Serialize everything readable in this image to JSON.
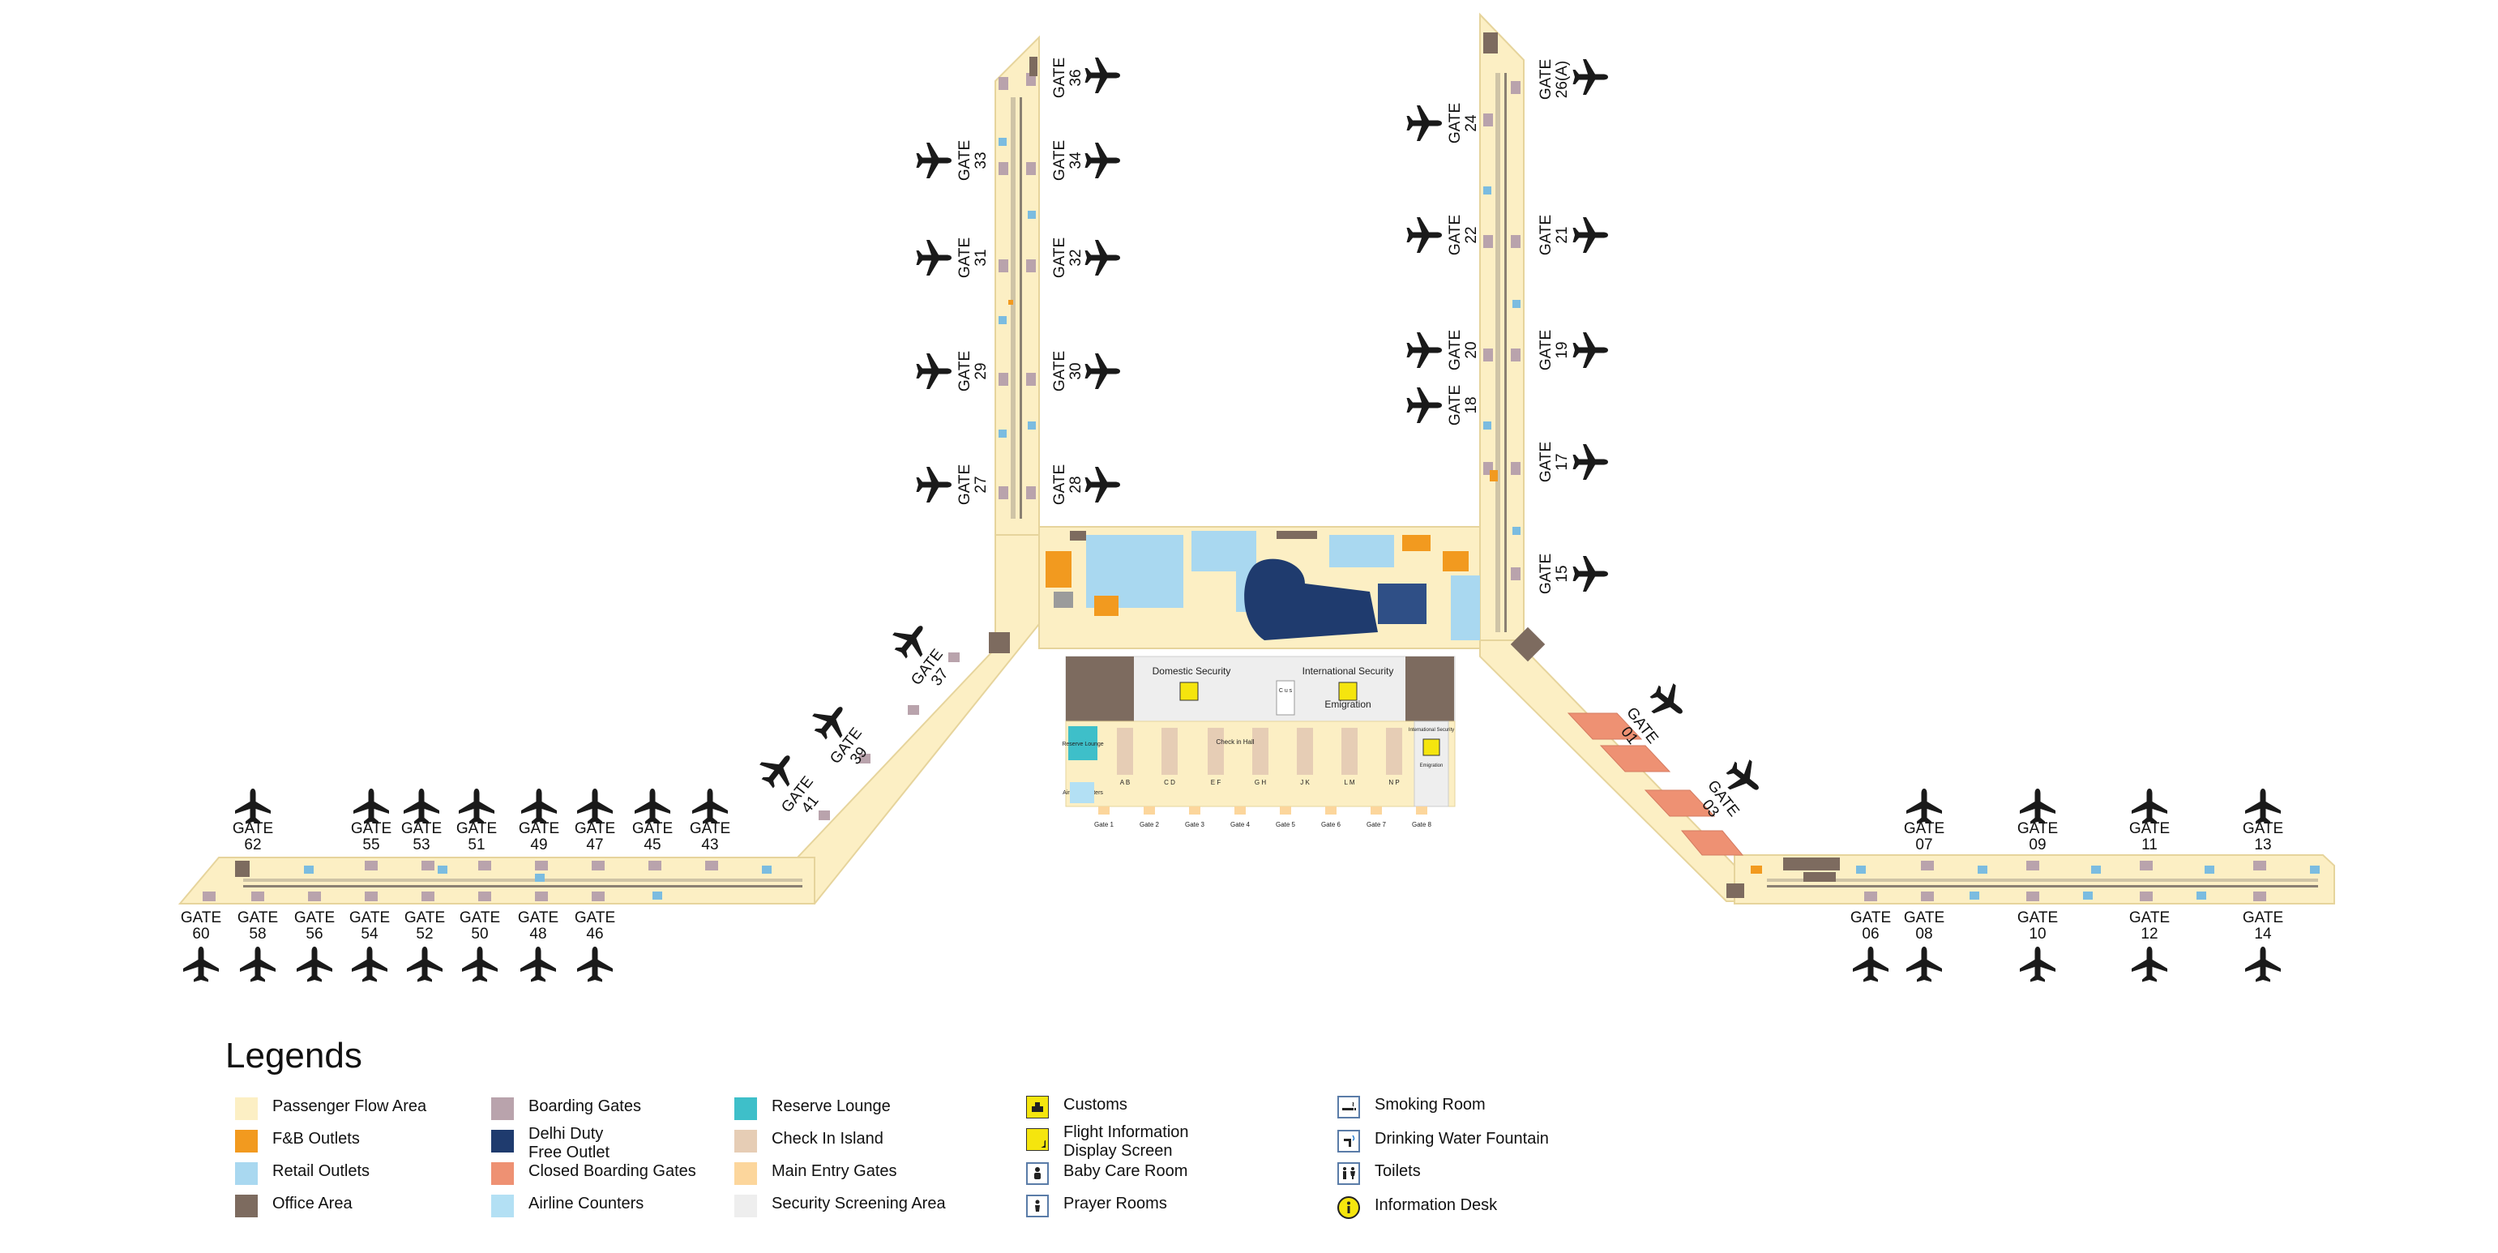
{
  "gates": {
    "g36": {
      "word": "GATE",
      "num": "36"
    },
    "g33": {
      "word": "GATE",
      "num": "33"
    },
    "g34": {
      "word": "GATE",
      "num": "34"
    },
    "g31": {
      "word": "GATE",
      "num": "31"
    },
    "g32": {
      "word": "GATE",
      "num": "32"
    },
    "g29": {
      "word": "GATE",
      "num": "29"
    },
    "g30": {
      "word": "GATE",
      "num": "30"
    },
    "g27": {
      "word": "GATE",
      "num": "27"
    },
    "g28": {
      "word": "GATE",
      "num": "28"
    },
    "g26a": {
      "word": "GATE",
      "num": "26(A)"
    },
    "g24": {
      "word": "GATE",
      "num": "24"
    },
    "g22": {
      "word": "GATE",
      "num": "22"
    },
    "g21": {
      "word": "GATE",
      "num": "21"
    },
    "g20": {
      "word": "GATE",
      "num": "20"
    },
    "g19": {
      "word": "GATE",
      "num": "19"
    },
    "g18": {
      "word": "GATE",
      "num": "18"
    },
    "g17": {
      "word": "GATE",
      "num": "17"
    },
    "g15": {
      "word": "GATE",
      "num": "15"
    },
    "g37": {
      "word": "GATE",
      "num": "37"
    },
    "g39": {
      "word": "GATE",
      "num": "39"
    },
    "g41": {
      "word": "GATE",
      "num": "41"
    },
    "g01": {
      "word": "GATE",
      "num": "01"
    },
    "g03": {
      "word": "GATE",
      "num": "03"
    },
    "g62": {
      "word": "GATE",
      "num": "62"
    },
    "g55": {
      "word": "GATE",
      "num": "55"
    },
    "g53": {
      "word": "GATE",
      "num": "53"
    },
    "g51": {
      "word": "GATE",
      "num": "51"
    },
    "g49": {
      "word": "GATE",
      "num": "49"
    },
    "g47": {
      "word": "GATE",
      "num": "47"
    },
    "g45": {
      "word": "GATE",
      "num": "45"
    },
    "g43": {
      "word": "GATE",
      "num": "43"
    },
    "g60": {
      "word": "GATE",
      "num": "60"
    },
    "g58": {
      "word": "GATE",
      "num": "58"
    },
    "g56": {
      "word": "GATE",
      "num": "56"
    },
    "g54": {
      "word": "GATE",
      "num": "54"
    },
    "g52": {
      "word": "GATE",
      "num": "52"
    },
    "g50": {
      "word": "GATE",
      "num": "50"
    },
    "g48": {
      "word": "GATE",
      "num": "48"
    },
    "g46": {
      "word": "GATE",
      "num": "46"
    },
    "g07": {
      "word": "GATE",
      "num": "07"
    },
    "g09": {
      "word": "GATE",
      "num": "09"
    },
    "g11": {
      "word": "GATE",
      "num": "11"
    },
    "g13": {
      "word": "GATE",
      "num": "13"
    },
    "g06": {
      "word": "GATE",
      "num": "06"
    },
    "g08": {
      "word": "GATE",
      "num": "08"
    },
    "g10": {
      "word": "GATE",
      "num": "10"
    },
    "g12": {
      "word": "GATE",
      "num": "12"
    },
    "g14": {
      "word": "GATE",
      "num": "14"
    }
  },
  "terminal": {
    "domestic_security": "Domestic Security",
    "international_security": "International Security",
    "emigration": "Emigration",
    "check_in_hall": "Check in Hall",
    "reserve_lounge": "Reserve Lounge",
    "airline_counters": "Airline Counters",
    "international_security_small": "International Security",
    "emigration_small": "Emigration",
    "customs_small": "C u s",
    "entry_gates": [
      "Gate 1",
      "Gate 2",
      "Gate 3",
      "Gate 4",
      "Gate 5",
      "Gate 6",
      "Gate 7",
      "Gate 8"
    ],
    "island_labels": [
      "A B",
      "C D",
      "E F",
      "G H",
      "J K",
      "L M",
      "N P"
    ]
  },
  "legend": {
    "title": "Legends",
    "passenger_flow": "Passenger Flow Area",
    "fb_outlets": "F&B Outlets",
    "retail_outlets": "Retail Outlets",
    "office_area": "Office Area",
    "boarding_gates": "Boarding Gates",
    "duty_free": "Delhi Duty\nFree Outlet",
    "closed_gates": "Closed Boarding Gates",
    "airline_counters": "Airline Counters",
    "reserve_lounge": "Reserve Lounge",
    "check_in_island": "Check In Island",
    "main_entry_gates": "Main Entry Gates",
    "security_screening": "Security Screening Area",
    "customs": "Customs",
    "fids": "Flight Information\nDisplay Screen",
    "baby_care": "Baby Care Room",
    "prayer_rooms": "Prayer Rooms",
    "smoking_room": "Smoking Room",
    "drinking_water": "Drinking Water Fountain",
    "toilets": "Toilets",
    "information_desk": "Information Desk"
  },
  "colors": {
    "passenger_flow": "#fcefc4",
    "fb_outlets": "#f29a1f",
    "retail_outlets": "#a9d8f0",
    "office_area": "#7d6b5f",
    "boarding_gates": "#b9a3ac",
    "duty_free": "#1f3b6e",
    "closed_gates": "#ee9173",
    "airline_counters": "#b3e0f4",
    "reserve_lounge": "#3ebfc9",
    "check_in_island": "#e6cdb5",
    "main_entry_gates": "#fcd69c",
    "security_screening": "#eeeeee",
    "icon_yellow": "#f5e50e"
  },
  "icons": {
    "plane": "airplane-icon",
    "customs": "customs-icon",
    "fids": "flight-info-display-icon",
    "baby_care": "baby-care-icon",
    "prayer": "prayer-room-icon",
    "smoking": "smoking-room-icon",
    "water": "drinking-water-icon",
    "toilets": "toilets-icon",
    "info": "information-desk-icon"
  }
}
